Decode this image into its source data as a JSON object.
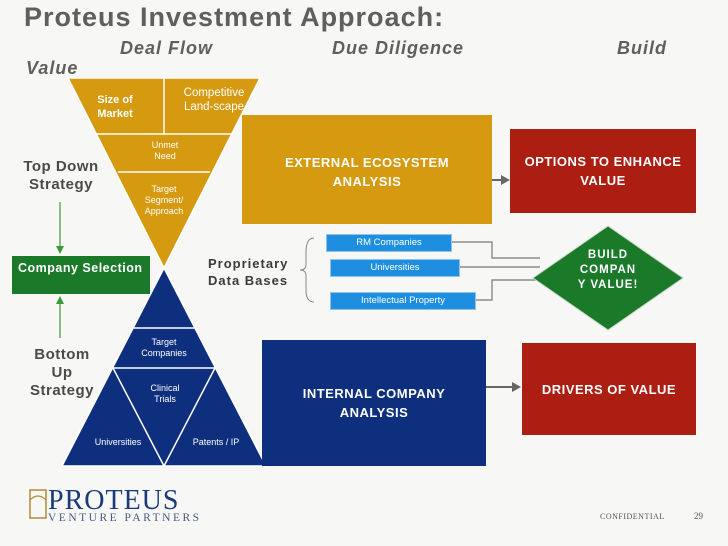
{
  "title": "Proteus Investment Approach:",
  "phases": {
    "deal_flow": "Deal Flow",
    "due_diligence": "Due Diligence",
    "build": "Build",
    "value": "Value"
  },
  "strategies": {
    "top_down": "Top Down Strategy",
    "bottom_up": "Bottom Up Strategy",
    "company_selection": "Company Selection"
  },
  "top_funnel": {
    "size_of_market": "Size of Market",
    "competitive_landscape": "Competitive Land-scape",
    "unmet_need": "Unmet Need",
    "target_segment": "Target Segment/ Approach"
  },
  "bottom_pyramid": {
    "target_companies": "Target Companies",
    "clinical_trials": "Clinical Trials",
    "universities": "Universities",
    "patents": "Patents / IP"
  },
  "proprietary": {
    "label": "Proprietary Data Bases",
    "items": [
      "RM Companies",
      "Universities",
      "Intellectual Property"
    ]
  },
  "boxes": {
    "external": "EXTERNAL ECOSYSTEM ANALYSIS",
    "internal": "INTERNAL COMPANY ANALYSIS",
    "options": "OPTIONS TO ENHANCE VALUE",
    "drivers": "DRIVERS OF VALUE",
    "build_company": "BUILD COMPAN Y VALUE!"
  },
  "footer": {
    "logo": "PROTEUS",
    "logo_sub": "VENTURE PARTNERS",
    "confidential": "CONFIDENTIAL",
    "page": "29"
  },
  "colors": {
    "gold": "#d69a10",
    "navy": "#0e2f7d",
    "red": "#ac1e12",
    "green": "#1a7a2a",
    "blue_pill": "#1e8fe0"
  }
}
